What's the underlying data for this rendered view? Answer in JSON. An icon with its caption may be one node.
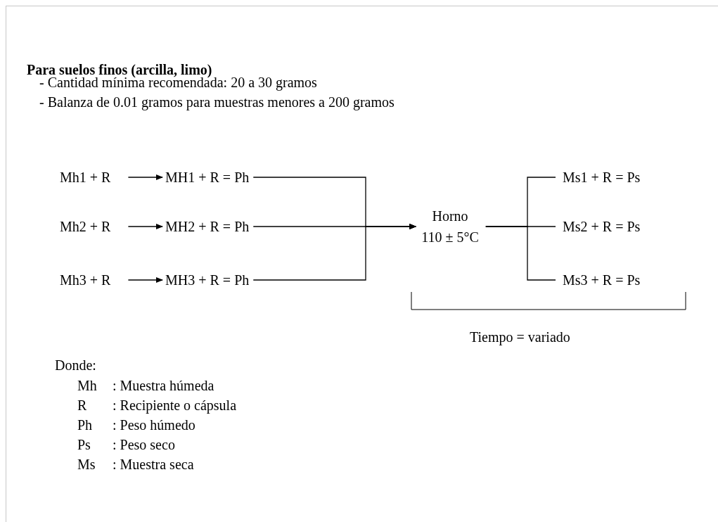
{
  "diagram": {
    "title": "Para suelos finos (arcilla, limo)",
    "nodes": [
      {
        "text": [
          "Mh1 + R"
        ]
      },
      {
        "text": [
          "MH1 + R = Ph"
        ]
      },
      {
        "text": [
          "Mh2 + R"
        ]
      },
      {
        "text": [
          "MH2 + R = Ph"
        ]
      },
      {
        "text": [
          "Mh3 + R"
        ]
      },
      {
        "text": [
          "MH3 + R = Ph"
        ]
      },
      {
        "text": [
          "Horno",
          "110 ± 5°C"
        ]
      },
      {
        "text": [
          "Ms1 + R = Ps"
        ]
      },
      {
        "text": [
          "Ms2 + R = Ps"
        ]
      },
      {
        "text": [
          "Ms3 + R = Ps"
        ]
      }
    ],
    "edges": [
      {
        "from": 0,
        "to": 1,
        "arrow": "to"
      },
      {
        "from": 2,
        "to": 3,
        "arrow": "to"
      },
      {
        "from": 4,
        "to": 5,
        "arrow": "to"
      },
      {
        "from": 1,
        "to": 6,
        "arrow": "to"
      },
      {
        "from": 3,
        "to": 6,
        "arrow": "to"
      },
      {
        "from": 5,
        "to": 6,
        "arrow": "to"
      },
      {
        "from": 6,
        "to": 7,
        "arrow": "none"
      },
      {
        "from": 6,
        "to": 8,
        "arrow": "none"
      },
      {
        "from": 6,
        "to": 9,
        "arrow": "none"
      }
    ],
    "labels": [
      "- Cantidad mínima recomendada: 20 a 30 gramos",
      "- Balanza de 0.01 gramos para muestras menores a 200 gramos",
      "Tiempo = variado",
      "Donde:",
      "Mh",
      ": Muestra húmeda",
      "R",
      ": Recipiente o cápsula",
      "Ph",
      ": Peso húmedo",
      "Ps",
      ": Peso seco",
      "Ms",
      ": Muestra seca"
    ]
  }
}
